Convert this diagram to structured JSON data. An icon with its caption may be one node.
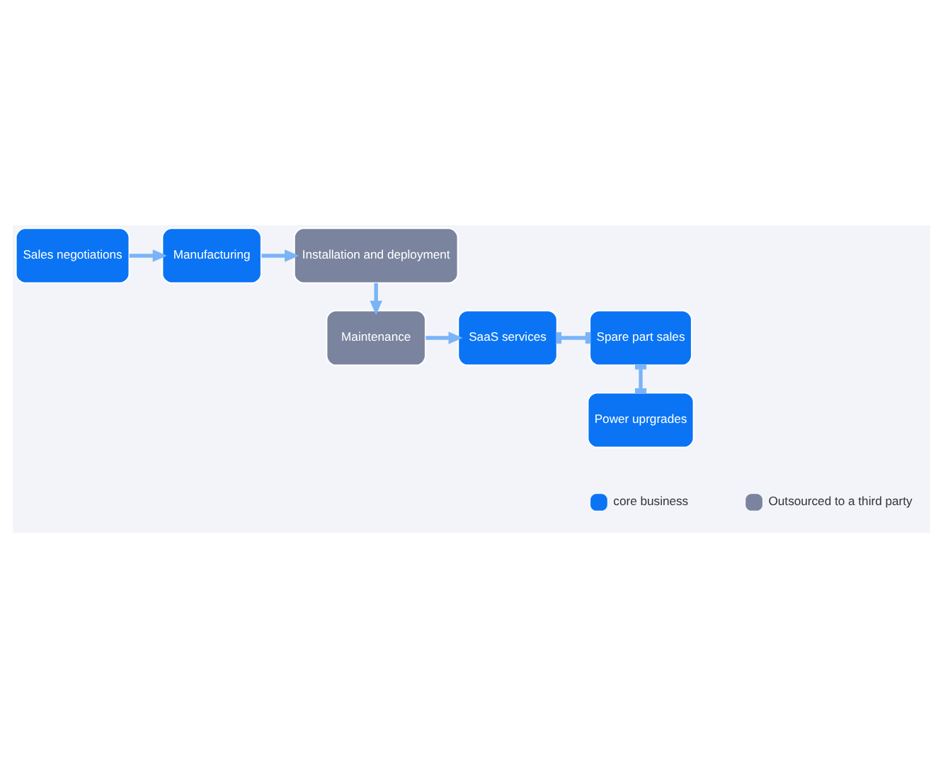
{
  "diagram": {
    "nodes": [
      {
        "text": [
          "Sales negotiations"
        ]
      },
      {
        "text": [
          "Manufacturing"
        ]
      },
      {
        "text": [
          "Installation and deployment"
        ]
      },
      {
        "text": [
          "Spare part sales"
        ]
      },
      {
        "text": [
          "SaaS services"
        ]
      },
      {
        "text": [
          "Maintenance"
        ]
      },
      {
        "text": [
          "Power uprgrades"
        ]
      }
    ],
    "edges": [
      {
        "from": 0,
        "to": 1,
        "arrow": "to"
      },
      {
        "from": 1,
        "to": 2,
        "arrow": "to"
      },
      {
        "from": 2,
        "to": 5,
        "arrow": "to"
      },
      {
        "from": 5,
        "to": 4,
        "arrow": "to"
      },
      {
        "from": 4,
        "to": 3,
        "arrow": "other"
      },
      {
        "from": 3,
        "to": 6,
        "arrow": "other"
      }
    ],
    "legend": [
      {
        "text": "core business",
        "color": "#0a74f5"
      },
      {
        "text": "Outsourced to a third party",
        "color": "#7a849e"
      }
    ]
  }
}
